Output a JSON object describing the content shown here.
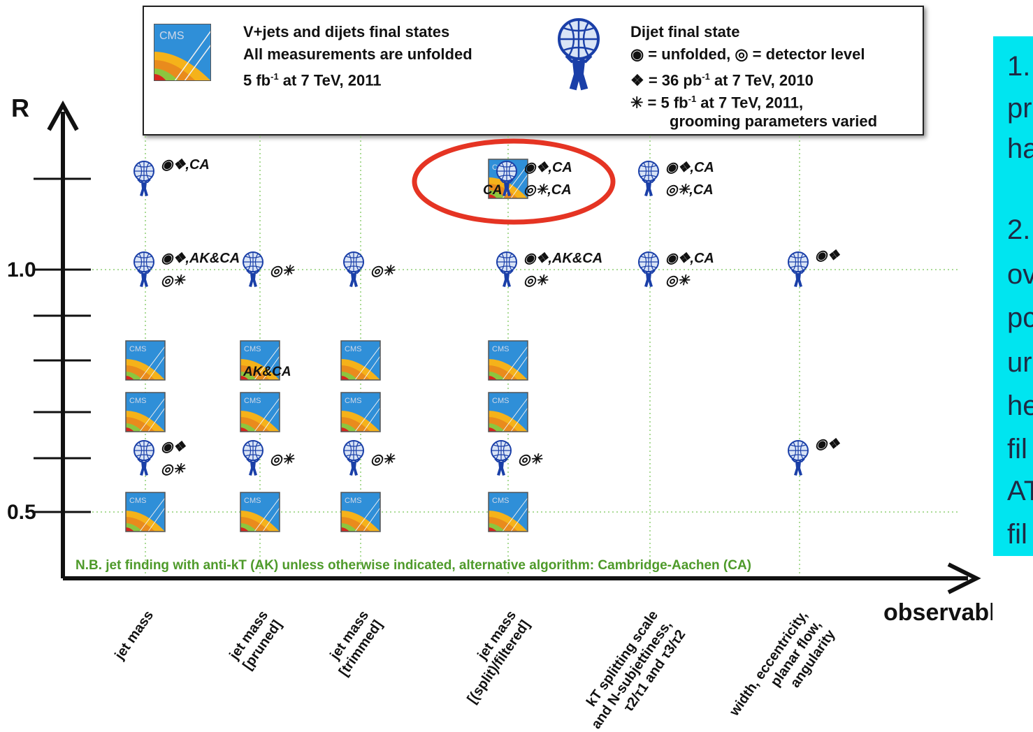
{
  "legend": {
    "cms_title": "V+jets and dijets final states",
    "cms_line2": "All measurements are unfolded",
    "cms_line3_pre": "5 fb",
    "cms_line3_sup": "-1",
    "cms_line3_post": " at 7 TeV, 2011",
    "atlas_title": "Dijet final state",
    "atlas_line2": "◉ = unfolded, ◎ = detector level",
    "atlas_line3_pre": "❖ = 36 pb",
    "atlas_line3_sup": "-1",
    "atlas_line3_post": " at 7 TeV, 2010",
    "atlas_line4_pre": "✳ = 5 fb",
    "atlas_line4_sup": "-1",
    "atlas_line4_post": " at 7 TeV, 2011,",
    "atlas_line5": "grooming parameters varied"
  },
  "sidebar_fragments": [
    "1.",
    "pr",
    "ha",
    "",
    "2.",
    "ov",
    "pc",
    "ur",
    "he",
    "fil",
    "AT",
    "fil"
  ],
  "colors": {
    "highlight_circle": "#e53423",
    "note_text": "#4e9a2a",
    "gridline": "#8fcf74",
    "atlas_blue": "#1a3fa8",
    "sidebar_bg": "#00e5f0"
  },
  "chart_data": {
    "type": "scatter",
    "ylabel": "R",
    "xlabel": "observable",
    "y_ticks": [
      0.5,
      1.0
    ],
    "y_minor_ticks": [
      0.5,
      0.6,
      0.7,
      0.8,
      0.9,
      1.0,
      1.2
    ],
    "ylim": [
      0.35,
      1.35
    ],
    "grid": true,
    "categories": [
      "jet mass",
      "jet mass [pruned]",
      "jet mass [trimmed]",
      "jet mass [(split)/filtered]",
      "kT splitting scale and N-subjettiness, τ₂/τ₁ and τ₃/τ₂",
      "width, eccentricity, planar flow, angularity"
    ],
    "tick_label_lines": [
      [
        "jet mass"
      ],
      [
        "jet mass",
        "[pruned]"
      ],
      [
        "jet mass",
        "[trimmed]"
      ],
      [
        "jet mass",
        "[(split)/filtered]"
      ],
      [
        "kT splitting scale",
        "and N-subjettiness,",
        "τ2/τ1 and τ3/τ2"
      ],
      [
        "width, eccentricity,",
        "planar flow,",
        "angularity"
      ]
    ],
    "note": "N.B. jet finding with anti-kT (AK) unless otherwise indicated, alternative algorithm: Cambridge-Aachen (CA)",
    "series": [
      {
        "name": "CMS",
        "points": [
          {
            "x": 0,
            "y": 0.5
          },
          {
            "x": 0,
            "y": 0.7
          },
          {
            "x": 0,
            "y": 0.8
          },
          {
            "x": 1,
            "y": 0.5
          },
          {
            "x": 1,
            "y": 0.7
          },
          {
            "x": 1,
            "y": 0.8,
            "label": "AK&CA"
          },
          {
            "x": 2,
            "y": 0.5
          },
          {
            "x": 2,
            "y": 0.7
          },
          {
            "x": 2,
            "y": 0.8
          },
          {
            "x": 3,
            "y": 0.5
          },
          {
            "x": 3,
            "y": 0.7
          },
          {
            "x": 3,
            "y": 0.8
          },
          {
            "x": 3,
            "y": 1.2,
            "label": "CA"
          }
        ]
      },
      {
        "name": "ATLAS",
        "points": [
          {
            "x": 0,
            "y": 1.2,
            "labels": [
              "◉❖,CA"
            ]
          },
          {
            "x": 0,
            "y": 1.0,
            "labels": [
              "◉❖,AK&CA",
              "◎✳"
            ]
          },
          {
            "x": 0,
            "y": 0.6,
            "labels": [
              "◉❖",
              "◎✳"
            ]
          },
          {
            "x": 1,
            "y": 1.0,
            "labels": [
              "◎✳"
            ]
          },
          {
            "x": 1,
            "y": 0.6,
            "labels": [
              "◎✳"
            ]
          },
          {
            "x": 2,
            "y": 1.0,
            "labels": [
              "◎✳"
            ]
          },
          {
            "x": 2,
            "y": 0.6,
            "labels": [
              "◎✳"
            ]
          },
          {
            "x": 3,
            "y": 1.2,
            "labels": [
              "◉❖,CA",
              "◎✳,CA"
            ]
          },
          {
            "x": 3,
            "y": 1.0,
            "labels": [
              "◉❖,AK&CA",
              "◎✳"
            ]
          },
          {
            "x": 3,
            "y": 0.6,
            "labels": [
              "◎✳"
            ]
          },
          {
            "x": 4,
            "y": 1.2,
            "labels": [
              "◉❖,CA",
              "◎✳,CA"
            ]
          },
          {
            "x": 4,
            "y": 1.0,
            "labels": [
              "◉❖,CA",
              "◎✳"
            ]
          },
          {
            "x": 5,
            "y": 1.0,
            "labels": [
              "◉❖"
            ]
          },
          {
            "x": 5,
            "y": 0.6,
            "labels": [
              "◉❖"
            ]
          }
        ]
      }
    ],
    "highlight": {
      "x": 3,
      "y": 1.2
    }
  }
}
